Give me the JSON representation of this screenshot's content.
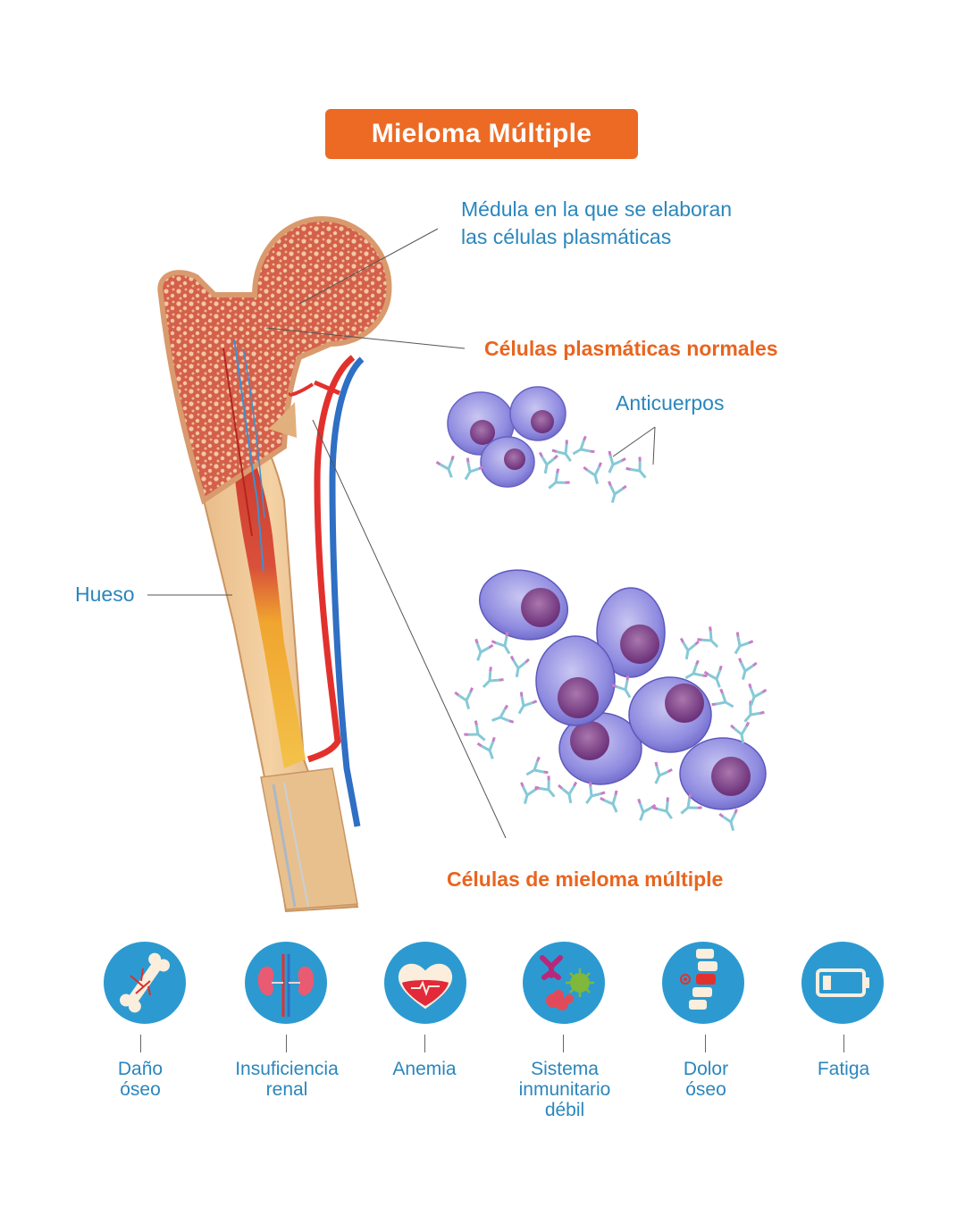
{
  "title": "Mieloma Múltiple",
  "labels": {
    "marrow_line1": "Médula en la que se elaboran",
    "marrow_line2": "las células plasmáticas",
    "normal_cells": "Células plasmáticas normales",
    "antibodies": "Anticuerpos",
    "bone": "Hueso",
    "myeloma_cells": "Células de mieloma múltiple"
  },
  "symptoms": [
    {
      "icon": "broken-bone-icon",
      "lines": [
        "Daño",
        "óseo"
      ]
    },
    {
      "icon": "kidneys-icon",
      "lines": [
        "Insuficiencia",
        "renal"
      ]
    },
    {
      "icon": "heart-icon",
      "lines": [
        "Anemia"
      ]
    },
    {
      "icon": "germs-icon",
      "lines": [
        "Sistema",
        "inmunitario",
        "débil"
      ]
    },
    {
      "icon": "spine-icon",
      "lines": [
        "Dolor",
        "óseo"
      ]
    },
    {
      "icon": "battery-icon",
      "lines": [
        "Fatiga"
      ]
    }
  ],
  "colors": {
    "accent": "#ec6a24",
    "label_blue": "#2a86bd",
    "icon_circle": "#2c9ad0",
    "cell": "#8a86d8",
    "nucleus": "#7a3f86",
    "artery": "#e2312d",
    "vein": "#2f6fc4"
  }
}
